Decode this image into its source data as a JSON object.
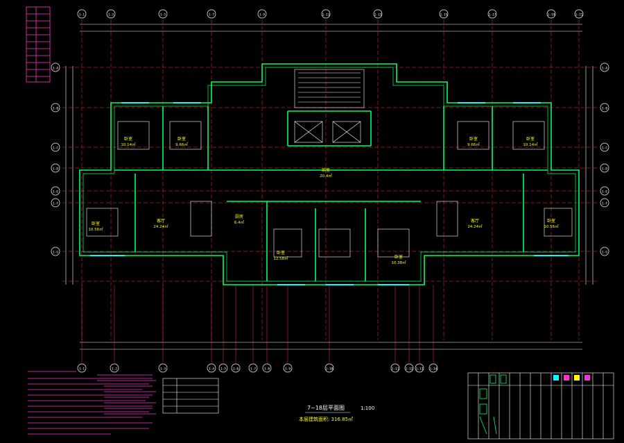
{
  "drawing": {
    "title": "7~18层平面图",
    "scale": "1:100",
    "area_text": "本层建筑面积: 316.85㎡"
  },
  "axis_top": [
    "1-1",
    "1-3",
    "1-5",
    "1-7",
    "1-9",
    "1-11",
    "1-13",
    "1-15",
    "1-17",
    "1-19",
    "1-21"
  ],
  "axis_bottom": [
    "1-1",
    "1-2",
    "1-3",
    "1-4",
    "1-5",
    "1-6",
    "1-7",
    "1-8",
    "1-9",
    "1-10",
    "1-11",
    "1-12",
    "1-13",
    "1-14"
  ],
  "axis_left": [
    "1-A",
    "1-B",
    "1-C",
    "1-D",
    "1-E",
    "1-F",
    "1-G"
  ],
  "rooms": [
    {
      "name": "卧室",
      "area": "10.14㎡"
    },
    {
      "name": "卧室",
      "area": "9.66㎡"
    },
    {
      "name": "卧室",
      "area": "10.56㎡"
    },
    {
      "name": "客厅",
      "area": "24.24㎡"
    },
    {
      "name": "厨房",
      "area": "6.4㎡"
    },
    {
      "name": "卧室",
      "area": "12.58㎡"
    },
    {
      "name": "卧室",
      "area": "10.38㎡"
    },
    {
      "name": "卧室",
      "area": "9.66㎡"
    },
    {
      "name": "卧室",
      "area": "10.14㎡"
    },
    {
      "name": "客厅",
      "area": "24.24㎡"
    },
    {
      "name": "卧室",
      "area": "10.56㎡"
    },
    {
      "name": "前室",
      "area": "20.4㎡"
    }
  ],
  "colors": {
    "wall": "#00ff66",
    "axis": "#ff3344",
    "dim": "#ffffff",
    "text": "#ffff00",
    "accent": "#00ffff",
    "note": "#ff33cc"
  }
}
